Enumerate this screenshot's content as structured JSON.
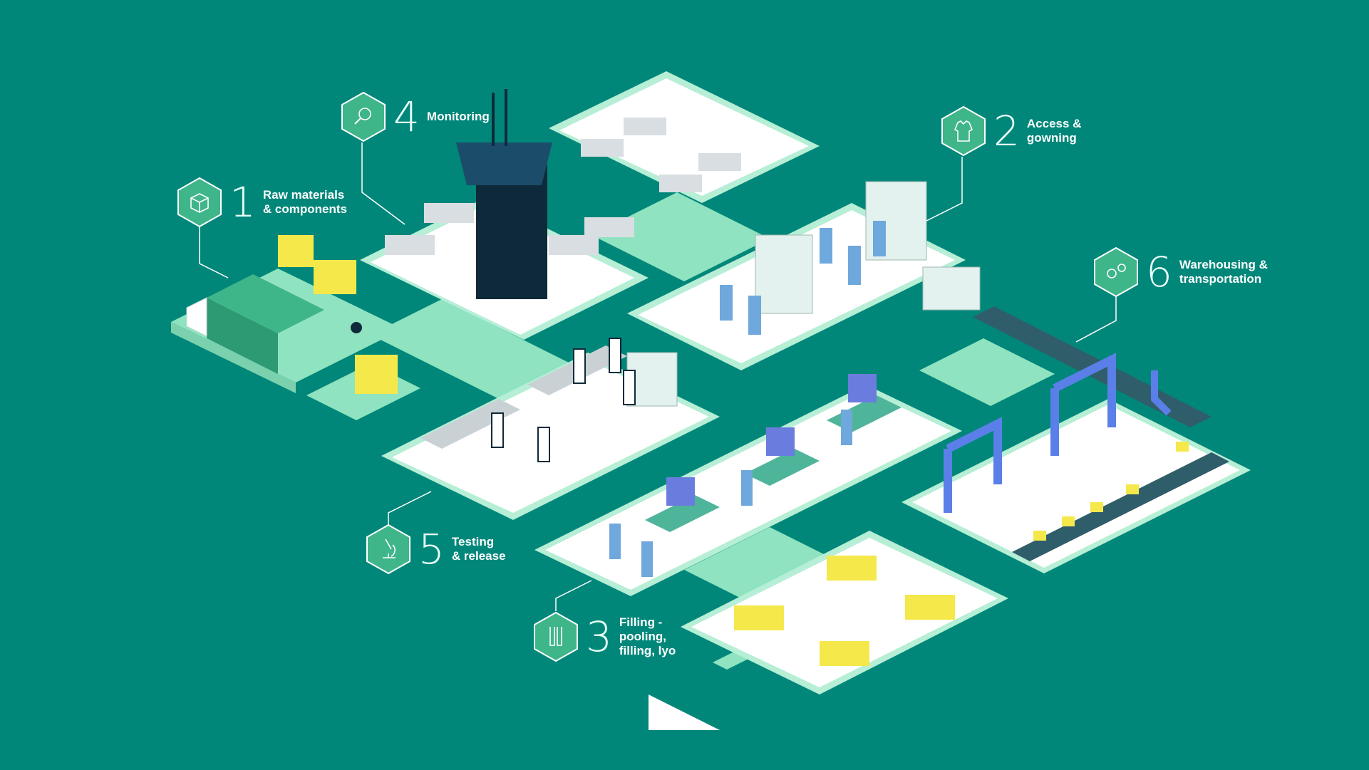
{
  "title": "",
  "colors": {
    "background": "#00877A",
    "floor_mint": "#8FE3C0",
    "floor_white": "#FFFFFF",
    "tower_dark": "#0E2A3A",
    "staff_blue": "#6FA8DC",
    "crate_yellow": "#F4E84A",
    "robot_blue": "#5B7FE8"
  },
  "steps": [
    {
      "number": "1",
      "label": "Raw materials\n& components",
      "icon": "box-icon"
    },
    {
      "number": "2",
      "label": "Access &\ngowning",
      "icon": "gown-icon"
    },
    {
      "number": "3",
      "label": "Filling -\npooling,\nfilling, lyo",
      "icon": "flask-icon"
    },
    {
      "number": "4",
      "label": "Monitoring",
      "icon": "magnifier-icon"
    },
    {
      "number": "5",
      "label": "Testing\n& release",
      "icon": "microscope-icon"
    },
    {
      "number": "6",
      "label": "Warehousing &\ntransportation",
      "icon": "gears-icon"
    }
  ],
  "zones": [
    {
      "id": "raw-materials",
      "label": ""
    },
    {
      "id": "monitoring-office",
      "label": ""
    },
    {
      "id": "access-gowning-room",
      "label": ""
    },
    {
      "id": "testing-lab",
      "label": ""
    },
    {
      "id": "filling-line",
      "label": ""
    },
    {
      "id": "packing-floor",
      "label": ""
    },
    {
      "id": "warehouse-conveyor",
      "label": ""
    }
  ]
}
